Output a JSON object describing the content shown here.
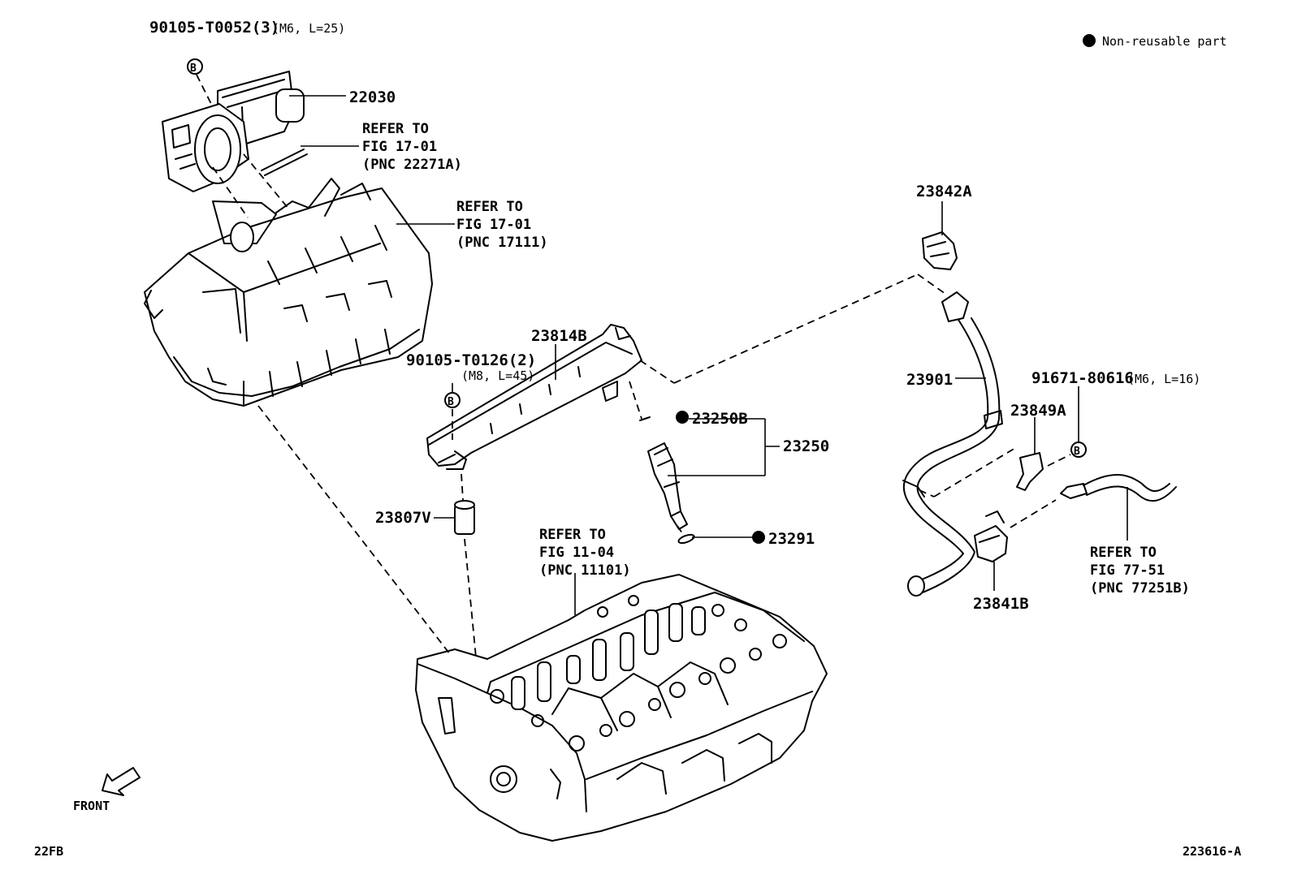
{
  "legend": {
    "symbol": "●",
    "text": "Non-reusable part"
  },
  "bolt_marker": "B",
  "callouts": {
    "bolt_top": {
      "part": "90105-T0052(3)",
      "spec": "(M6, L=25)"
    },
    "throttle_body": "22030",
    "refer_gasket": [
      "REFER TO",
      "FIG 17-01",
      "(PNC 22271A)"
    ],
    "refer_manifold": [
      "REFER TO",
      "FIG 17-01",
      "(PNC 17111)"
    ],
    "fuel_rail": "23814B",
    "bolt_rail": {
      "part": "90105-T0126(2)",
      "spec": "(M8, L=45)"
    },
    "o_ring_upper": "23250B",
    "injector_set": "23250",
    "spacer": "23807V",
    "o_ring_lower": "23291",
    "refer_head": [
      "REFER TO",
      "FIG 11-04",
      "(PNC 11101)"
    ],
    "clip_top": "23842A",
    "fuel_hose": "23901",
    "bolt_clamp": {
      "part": "91671-80616",
      "spec": "(M6, L=16)"
    },
    "bracket": "23849A",
    "clip_bottom": "23841B",
    "refer_tube": [
      "REFER TO",
      "FIG 77-51",
      "(PNC 77251B)"
    ]
  },
  "front_label": "FRONT",
  "footer": {
    "left": "22FB",
    "right": "223616-A"
  }
}
